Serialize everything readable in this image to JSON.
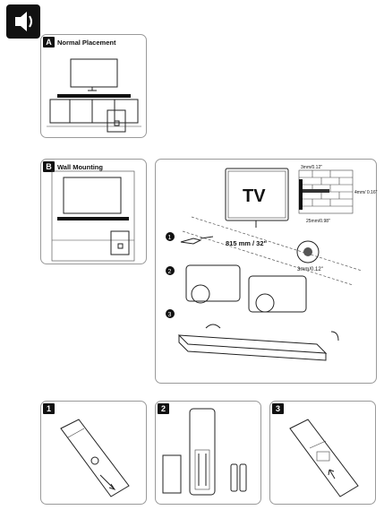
{
  "sections": {
    "a": {
      "badge": "A",
      "title": "Normal Placement"
    },
    "b": {
      "badge": "B",
      "title": "Wall Mounting"
    }
  },
  "mounting": {
    "tv_label": "TV",
    "distance_label": "815 mm / 32\"",
    "screw_depth_label": "3mm/0.12\"",
    "screw_head_label": "3mm/0.12\"",
    "screw_dia_label": "4mm/ 0.16\"",
    "screw_len_label": "25mm/0.98\"",
    "steps": [
      "1",
      "2",
      "3"
    ]
  },
  "remote_steps": [
    "1",
    "2",
    "3"
  ]
}
